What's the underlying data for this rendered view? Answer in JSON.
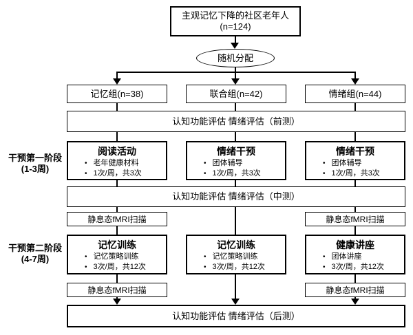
{
  "diagram": {
    "bullet_char": "•",
    "colors": {
      "line": "#000000",
      "background": "#ffffff",
      "box_fill": "#ffffff",
      "text": "#000000"
    },
    "enrollment": {
      "line1": "主观记忆下降的社区老年人",
      "line2": "(n=124)"
    },
    "randomization": {
      "label": "随机分配"
    },
    "groups": [
      {
        "label": "记忆组(n=38)"
      },
      {
        "label": "联合组(n=42)"
      },
      {
        "label": "情绪组(n=44)"
      }
    ],
    "pretest": {
      "label": "认知功能评估 情绪评估（前测）"
    },
    "stage1": {
      "side_label": {
        "line1": "干预第一阶段",
        "line2": "(1-3周)"
      },
      "boxes": [
        {
          "title": "阅读活动",
          "bullets": [
            "老年健康材料",
            "1次/周，共3次"
          ]
        },
        {
          "title": "情绪干预",
          "bullets": [
            "团体辅导",
            "1次/周，共3次"
          ]
        },
        {
          "title": "情绪干预",
          "bullets": [
            "团体辅导",
            "1次/周，共3次"
          ]
        }
      ]
    },
    "midtest": {
      "label": "认知功能评估 情绪评估（中测）"
    },
    "fmri_mid": [
      {
        "label": "静息态fMRI扫描"
      },
      {
        "label": "静息态fMRI扫描"
      }
    ],
    "stage2": {
      "side_label": {
        "line1": "干预第二阶段",
        "line2": "(4-7周)"
      },
      "boxes": [
        {
          "title": "记忆训练",
          "bullets": [
            "记忆策略训练",
            "3次/周，共12次"
          ]
        },
        {
          "title": "记忆训练",
          "bullets": [
            "记忆策略训练",
            "3次/周，共12次"
          ]
        },
        {
          "title": "健康讲座",
          "bullets": [
            "团体讲座",
            "3次/周，共12次"
          ]
        }
      ]
    },
    "fmri_post": [
      {
        "label": "静息态fMRI扫描"
      },
      {
        "label": "静息态fMRI扫描"
      }
    ],
    "posttest": {
      "label": "认知功能评估 情绪评估（后测）"
    }
  }
}
